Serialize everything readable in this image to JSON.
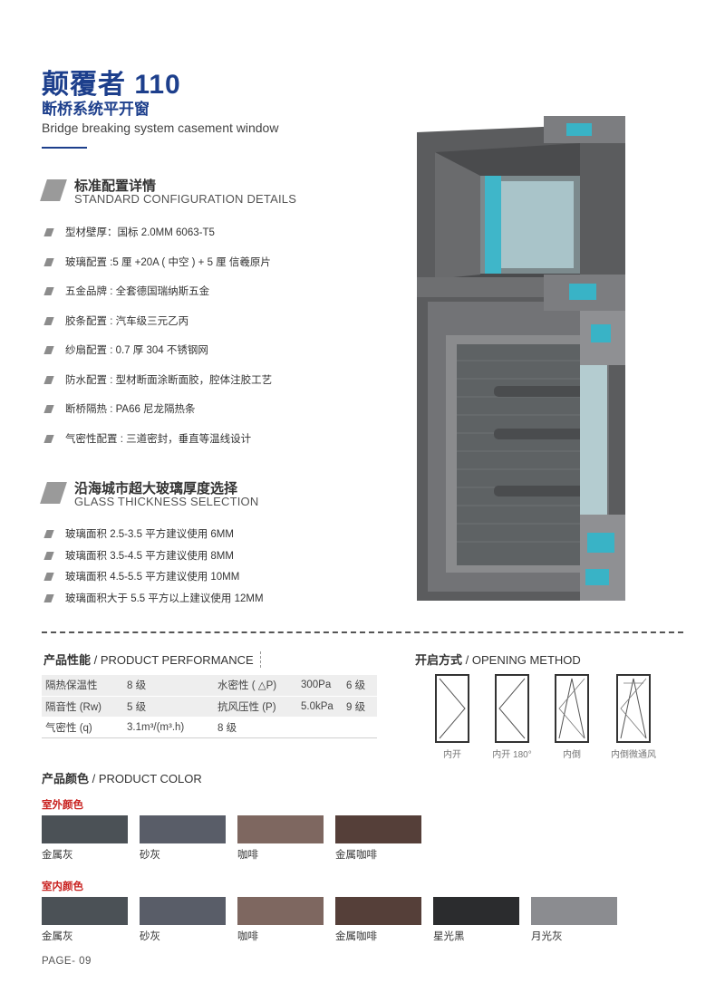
{
  "header": {
    "title": "颠覆者 110",
    "subtitle": "断桥系统平开窗",
    "subtitle_en": "Bridge breaking system casement window"
  },
  "standard_config": {
    "heading_zh": "标准配置详情",
    "heading_en": "STANDARD CONFIGURATION DETAILS",
    "items": [
      "型材壁厚：国标 2.0MM   6063-T5",
      "玻璃配置 :5 厘 +20A ( 中空 ) + 5 厘 信羲原片",
      "五金品牌 : 全套德国瑞纳斯五金",
      "胶条配置 : 汽车级三元乙丙",
      "纱扇配置 : 0.7 厚 304 不锈钢网",
      "防水配置 : 型材断面涂断面胶，腔体注胶工艺",
      "断桥隔热 : PA66 尼龙隔热条",
      "气密性配置 : 三道密封，垂直等温线设计"
    ]
  },
  "glass_selection": {
    "heading_zh": "沿海城市超大玻璃厚度选择",
    "heading_en": "GLASS THICKNESS SELECTION",
    "items": [
      "玻璃面积 2.5-3.5 平方建议使用 6MM",
      "玻璃面积 3.5-4.5 平方建议使用 8MM",
      "玻璃面积 4.5-5.5 平方建议使用 10MM",
      "玻璃面积大于 5.5 平方以上建议使用 12MM"
    ]
  },
  "performance": {
    "heading_zh": "产品性能",
    "heading_en": "PRODUCT PERFORMANCE",
    "rows": [
      {
        "label1": "隔热保温性",
        "value1": "8 级",
        "label2": "水密性 ( △P)",
        "value2": "300Pa",
        "grade2": "6 级"
      },
      {
        "label1": "隔音性 (Rw)",
        "value1": "5 级",
        "label2": "抗风压性 (P)",
        "value2": "5.0kPa",
        "grade2": "9 级"
      },
      {
        "label1": "气密性 (q)",
        "value1": "3.1m³/(m³.h)",
        "label2": "8 级",
        "value2": "",
        "grade2": ""
      }
    ]
  },
  "opening": {
    "heading_zh": "开启方式",
    "heading_en": "OPENING METHOD",
    "labels": [
      "内开",
      "内开 180°",
      "内倒",
      "内倒微通风"
    ]
  },
  "product_color": {
    "heading_zh": "产品颜色",
    "heading_en": "PRODUCT COLOR",
    "exterior_label": "室外颜色",
    "exterior": [
      {
        "name": "金属灰",
        "color": "#4b5156"
      },
      {
        "name": "砂灰",
        "color": "#595d68"
      },
      {
        "name": "咖啡",
        "color": "#7e6760"
      },
      {
        "name": "金属咖啡",
        "color": "#553f39"
      }
    ],
    "interior_label": "室内颜色",
    "interior": [
      {
        "name": "金属灰",
        "color": "#4b5156"
      },
      {
        "name": "砂灰",
        "color": "#595d68"
      },
      {
        "name": "咖啡",
        "color": "#7e6760"
      },
      {
        "name": "金属咖啡",
        "color": "#553f39"
      },
      {
        "name": "星光黑",
        "color": "#2b2c2e"
      },
      {
        "name": "月光灰",
        "color": "#8b8c90"
      }
    ]
  },
  "page": "PAGE- 09"
}
